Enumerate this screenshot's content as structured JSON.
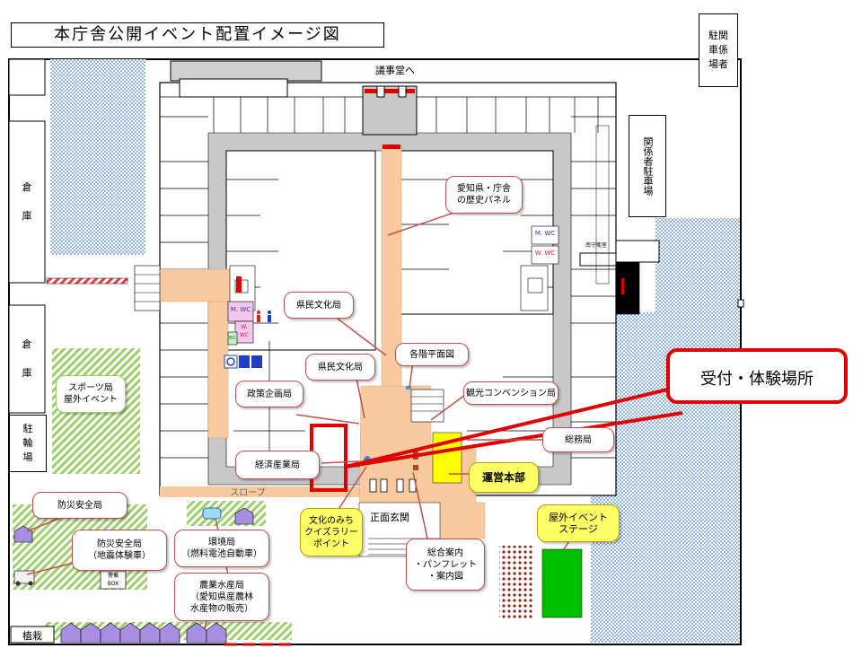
{
  "title": "本庁舎公開イベント配置イメージ図",
  "labels": {
    "gikaido": "議事堂へ",
    "slope": "スロープ",
    "front_entrance": "正面玄関",
    "plants": "植栽",
    "guard_room": "南守衛室",
    "box": "警備\nBOX",
    "mwc_left": "M. WC",
    "wwc_left": "W.\nWC",
    "wc_small": "WC",
    "mwc_right": "M. WC",
    "wwc_right": "W. WC"
  },
  "vertical_boxes": {
    "parking_staff": "駐関\n車係\n場者",
    "parking_staff2": "関係者駐車場",
    "warehouse1": "倉\n\n庫",
    "warehouse2": "倉\n\n庫",
    "bicycle": "駐\n輪\n場"
  },
  "callouts": {
    "history_panel": "愛知県・庁舎\nの歴史パネル",
    "kenmin1": "県民文化局",
    "kenmin2": "県民文化局",
    "floor_plan": "各階平面図",
    "seisaku": "政策企画局",
    "kanko": "観光コンベンション局",
    "somu": "総務局",
    "keizai": "経済産業局",
    "unei": "運営本部",
    "sports": "スポーツ局\n屋外イベント",
    "bosai1": "防災安全局",
    "bosai2": "防災安全局\n（地震体験車）",
    "kankyo": "環境局\n（燃料電池自動車）",
    "nogyo": "農業水産局\n（愛知県産農林\n水産物の販売）",
    "bunka_quiz": "文化のみち\nクイズラリー\nポイント",
    "sogo": "総合案内\n・パンフレット\n・案内図",
    "stage": "屋外イベント\nステージ"
  },
  "reception": "受付・体験場所",
  "colors": {
    "accent_red": "#e00000",
    "corridor": "#f9c9a0",
    "lake_blue": "#6e9fd6",
    "hatch_green": "#9ccf6a",
    "hq_yellow": "#ffff00",
    "stage_green": "#00c000",
    "tent_purple": "#a68fe0"
  }
}
